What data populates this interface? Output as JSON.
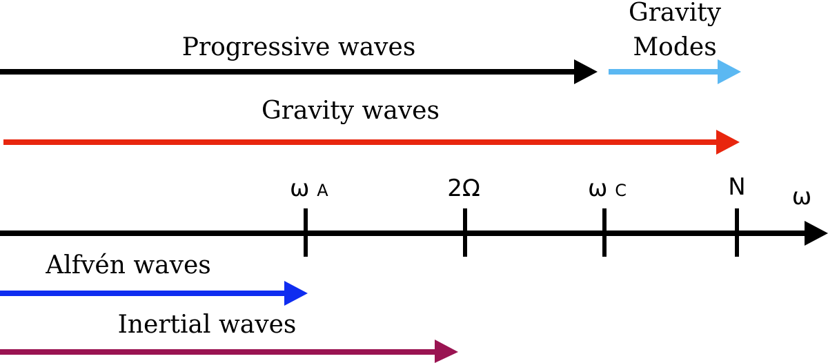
{
  "frequency_axis": {
    "label": "ω",
    "color": "#000000",
    "ticks": [
      {
        "main": "ω",
        "sub": "A"
      },
      {
        "main": "2Ω",
        "sub": ""
      },
      {
        "main": "ω",
        "sub": "C"
      },
      {
        "main": "N",
        "sub": ""
      }
    ]
  },
  "wave_ranges": [
    {
      "label": "Progressive waves",
      "color": "#000000"
    },
    {
      "label": "Gravity Modes",
      "label_lines": [
        "Gravity",
        "Modes"
      ],
      "color": "#5bb8f2"
    },
    {
      "label": "Gravity waves",
      "color": "#e8260e"
    },
    {
      "label": "Alfvén waves",
      "color": "#0f2df0"
    },
    {
      "label": "Inertial waves",
      "color": "#9a1452"
    }
  ]
}
